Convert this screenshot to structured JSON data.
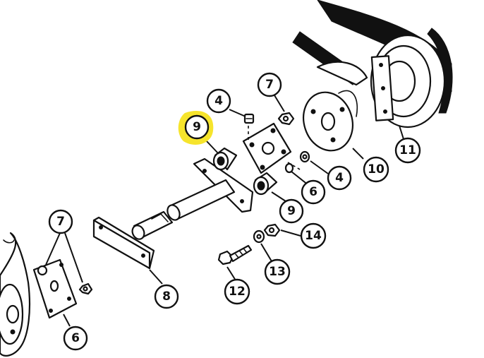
{
  "diagram": {
    "callouts": [
      {
        "id": "c4a",
        "label": "4"
      },
      {
        "id": "c7a",
        "label": "7"
      },
      {
        "id": "c9a",
        "label": "9",
        "highlighted": true
      },
      {
        "id": "c10",
        "label": "10"
      },
      {
        "id": "c11",
        "label": "11"
      },
      {
        "id": "c4b",
        "label": "4"
      },
      {
        "id": "c6a",
        "label": "6"
      },
      {
        "id": "c9b",
        "label": "9"
      },
      {
        "id": "c7b",
        "label": "7"
      },
      {
        "id": "c14",
        "label": "14"
      },
      {
        "id": "c13",
        "label": "13"
      },
      {
        "id": "c12",
        "label": "12"
      },
      {
        "id": "c8",
        "label": "8"
      },
      {
        "id": "c6b",
        "label": "6"
      }
    ],
    "highlight_color": "#f6e321"
  }
}
